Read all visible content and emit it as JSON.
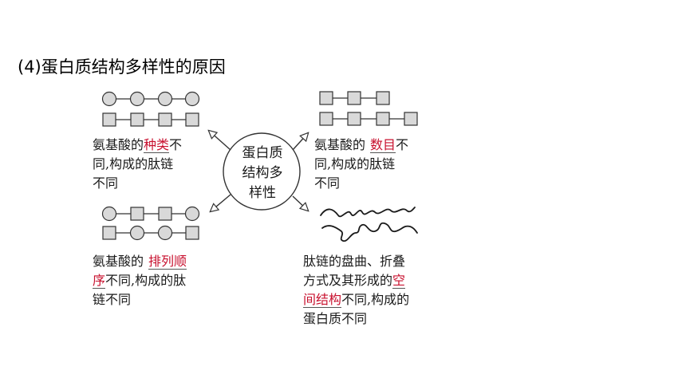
{
  "heading": "(4)蛋白质结构多样性的原因",
  "center": {
    "lines": [
      "蛋白质",
      "结构多",
      "样性"
    ]
  },
  "panels": {
    "kind": {
      "line1_pre": "氨基酸的",
      "line1_hl": "种类",
      "line1_post": "不",
      "line2": "同,构成的肽链",
      "line3": "不同"
    },
    "number": {
      "line1_pre": "氨基酸的",
      "line1_hl": "数目",
      "line1_post": "不",
      "line2": "同,构成的肽链",
      "line3": "不同"
    },
    "order": {
      "line1_pre": "氨基酸的",
      "line1_hl": "排列顺",
      "line2_hl": "序",
      "line2_post": "不同,构成的肽",
      "line3": "链不同"
    },
    "spatial": {
      "line1": "肽链的盘曲、折叠",
      "line2_pre": "方式及其形成的",
      "line2_hl": "空",
      "line3_hl": "间结构",
      "line3_post": "不同,构成的",
      "line4": "蛋白质不同"
    }
  },
  "colors": {
    "highlight": "#c8102e",
    "shape_fill": "#d9d9d9",
    "stroke": "#333333"
  }
}
